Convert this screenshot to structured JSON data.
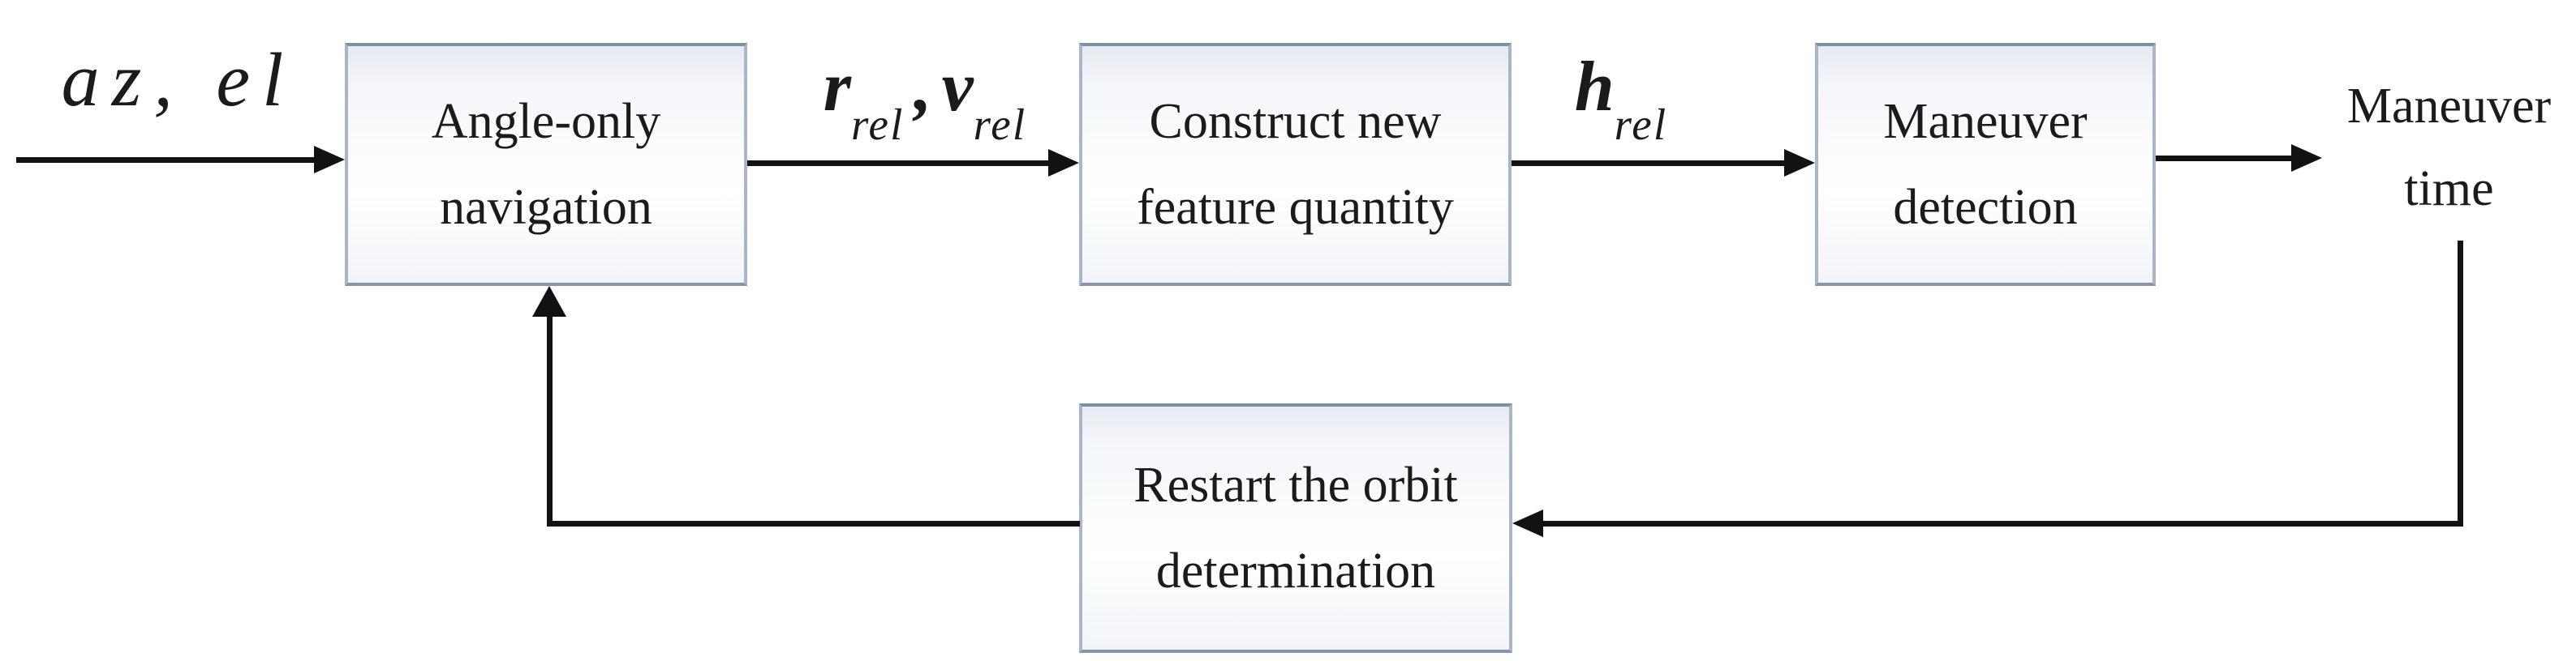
{
  "diagram": {
    "type": "flowchart",
    "background": "#ffffff",
    "colors": {
      "box_border": "#8496ab",
      "box_fill_top": "#e6eaf2",
      "box_fill": "#fdfdff",
      "arrow": "#121212",
      "text": "#1b1b1b"
    },
    "nodes": [
      {
        "id": "angle_only_navigation",
        "label": "Angle-only\nnavigation"
      },
      {
        "id": "construct_feature_quantity",
        "label": "Construct new\nfeature quantity"
      },
      {
        "id": "maneuver_detection",
        "label": "Maneuver\ndetection"
      },
      {
        "id": "restart_orbit_determination",
        "label": "Restart the orbit\ndetermination"
      }
    ],
    "terminals": {
      "input_label": "az, el",
      "output_label": "Maneuver\ntime"
    },
    "edge_labels": {
      "r_main": "r",
      "r_sub": "rel",
      "comma": ",",
      "v_main": "v",
      "v_sub": "rel",
      "h_main": "h",
      "h_sub": "rel"
    },
    "edges": [
      {
        "from": "input",
        "to": "angle_only_navigation",
        "label": "az, el"
      },
      {
        "from": "angle_only_navigation",
        "to": "construct_feature_quantity",
        "label": "r_rel, v_rel"
      },
      {
        "from": "construct_feature_quantity",
        "to": "maneuver_detection",
        "label": "h_rel"
      },
      {
        "from": "maneuver_detection",
        "to": "maneuver_time",
        "label": ""
      },
      {
        "from": "maneuver_time",
        "to": "restart_orbit_determination",
        "label": ""
      },
      {
        "from": "restart_orbit_determination",
        "to": "angle_only_navigation",
        "label": ""
      }
    ]
  }
}
